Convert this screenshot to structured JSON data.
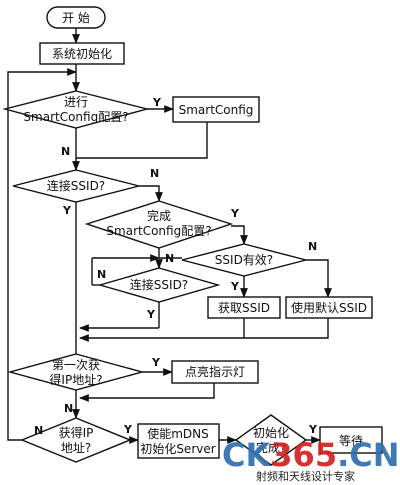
{
  "nodes": {
    "start": "开 始",
    "init": "系统初始化",
    "d_smartcfg_1": "进行",
    "d_smartcfg_2": "SmartConfig配置?",
    "smartconfig": "SmartConfig",
    "d_ssid": "连接SSID?",
    "d_done_1": "完成",
    "d_done_2": "SmartConfig配置?",
    "d_ssid_valid": "SSID有效?",
    "d_ssid2": "连接SSID?",
    "get_ssid": "获取SSID",
    "default_ssid": "使用默认SSID",
    "d_first_ip_1": "第一次获",
    "d_first_ip_2": "得IP地址?",
    "led": "点亮指示灯",
    "d_ip_1": "获得IP",
    "d_ip_2": "地址?",
    "mdns_1": "使能mDNS",
    "mdns_2": "初始化Server",
    "d_init_done_1": "初始化",
    "d_init_done_2": "完成?",
    "wait": "等待"
  },
  "labels": {
    "yes": "Y",
    "no": "N"
  },
  "watermark": {
    "brand": "CK365.CN",
    "subtitle": "射频和天线设计专家",
    "colors": {
      "ck": "#2f6fb0",
      "digits": "#d62020",
      "tail": "#2f6fb0",
      "sub": "#444444"
    }
  }
}
